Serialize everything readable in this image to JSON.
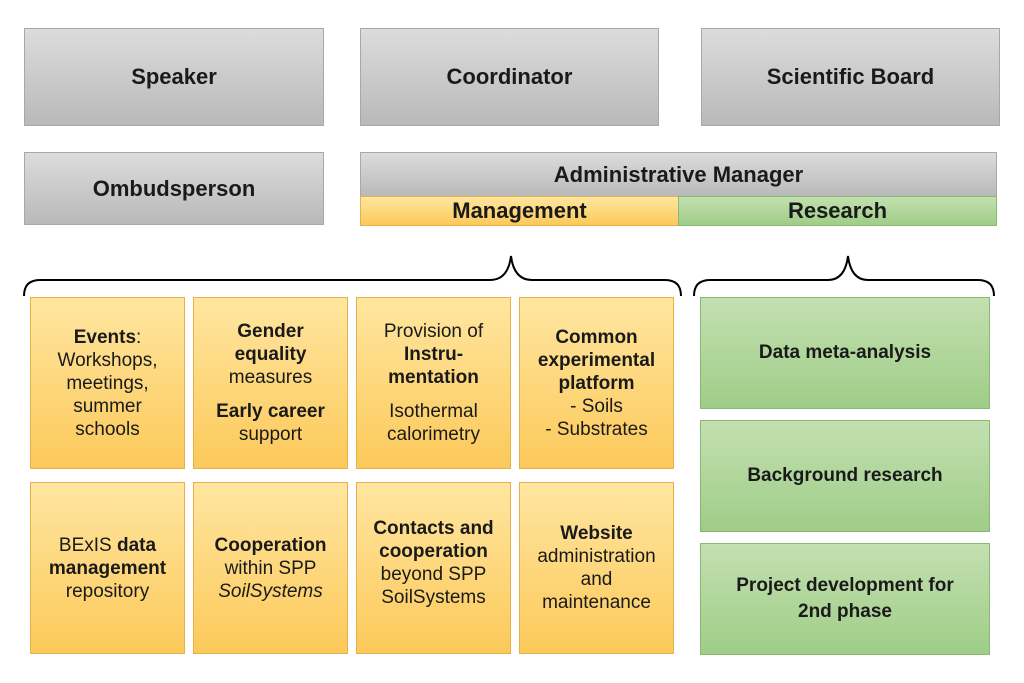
{
  "top_row": {
    "speaker": "Speaker",
    "coordinator": "Coordinator",
    "scientific_board": "Scientific Board"
  },
  "ombudsperson": "Ombudsperson",
  "admin_manager": "Administrative Manager",
  "management_label": "Management",
  "research_label": "Research",
  "management_tasks": {
    "events": {
      "bold": "Events",
      "rest": ":",
      "lines": [
        "Workshops,",
        "meetings,",
        "summer",
        "schools"
      ]
    },
    "gender": {
      "bold1": "Gender",
      "bold2": "equality",
      "line3": "measures",
      "bold4": "Early career",
      "line5": "support"
    },
    "instrumentation": {
      "line1": "Provision of",
      "bold2": "Instru-",
      "bold3": "mentation",
      "line4": "Isothermal",
      "line5": "calorimetry"
    },
    "platform": {
      "bold1": "Common",
      "bold2": "experimental",
      "bold3": "platform",
      "line4": "- Soils",
      "line5": "- Substrates"
    },
    "bexis": {
      "plain": "BExIS ",
      "bold1": "data",
      "bold2": "management",
      "line3": "repository"
    },
    "cooperation": {
      "bold1": "Cooperation",
      "line2": "within SPP",
      "italic3": "SoilSystems"
    },
    "contacts": {
      "bold1": "Contacts and",
      "bold2": "cooperation",
      "line3": "beyond SPP",
      "line4": "SoilSystems"
    },
    "website": {
      "bold1": "Website",
      "line2": "administration",
      "line3": "and",
      "line4": "maintenance"
    }
  },
  "research_tasks": {
    "meta": "Data meta-analysis",
    "background": "Background research",
    "project_line1": "Project development for",
    "project_line2": "2nd phase"
  }
}
